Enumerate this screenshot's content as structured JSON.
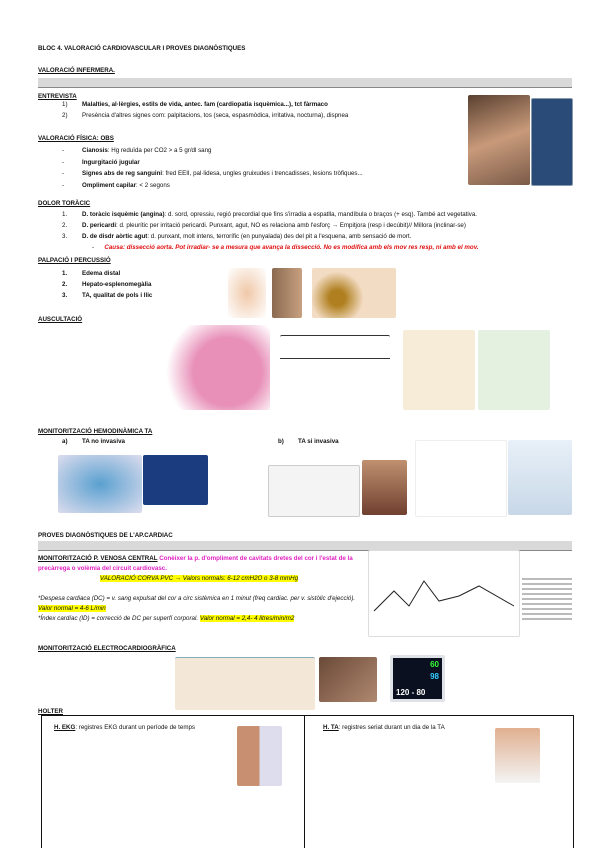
{
  "title": "BLOC 4. VALORACIÓ CARDIOVASCULAR I PROVES DIAGNÒSTIQUES",
  "section1": "VALORACIÓ INFERMERA.",
  "entrevista": {
    "heading": "ENTREVISTA",
    "items": [
      {
        "n": "1)",
        "text": "Malalties, al·lèrgies, estils de vida, antec. fam (cardiopatia isquèmica...), tct fàrmaco"
      },
      {
        "n": "2)",
        "text": "Presència d'altres signes com: palpitacions, tos (seca, espasmòdica, irritativa, nocturna), dispnea"
      }
    ]
  },
  "fisica": {
    "heading": "VALORACIÓ FÍSICA: OBS",
    "items": [
      {
        "bold": "Cianosis",
        "text": ": Hg reduïda per CO2 > a 5 gr/dl sang"
      },
      {
        "bold": "Ingurgitació jugular",
        "text": ""
      },
      {
        "bold": "Signes abs de reg sanguini",
        "text": ": fred EEII, pal·lidesa, ungles gruixudes i trencadisses, lesions tròfiques..."
      },
      {
        "bold": "Ompliment capilar",
        "text": ": < 2 segons"
      }
    ]
  },
  "dolor": {
    "heading": "DOLOR TORÀCIC",
    "items": [
      {
        "n": "1.",
        "bold": "D. toràcic isquèmic (angina)",
        "text": ": d. sord, opressiu, regió precordial que fins s'irradia a espatlla, mandíbula o braços (+ esq). També act vegetativa."
      },
      {
        "n": "2.",
        "bold": "D. pericardi",
        "text": ": d. pleurític per irritació pericardi. Punxant, agut, NO es relaciona amb l'esforç → Empitjora (resp i decúbit)// Millora (inclinar-se)"
      },
      {
        "n": "3.",
        "bold": "D. de disdr aòrtic agut",
        "text": ": d. punxant, molt intens, terrorífic (en punyalada) des del pit a l'esquena, amb sensació de mort."
      }
    ],
    "cause": "Causa: dissecció aorta. Pot irradiar- se a mesura que avança la dissecció. No es modifica amb els mov res resp, ni amb el mov."
  },
  "palpacio": {
    "heading": "PALPACIÓ I PERCUSSIÓ",
    "items": [
      {
        "n": "1.",
        "text": "Edema distal"
      },
      {
        "n": "2.",
        "text": "Hepato-esplenomegàlia"
      },
      {
        "n": "3.",
        "text": "TA, qualitat de pols i llic"
      }
    ]
  },
  "auscultacio": {
    "heading": "AUSCULTACIÓ"
  },
  "hemodinamica": {
    "heading": "MONITORITZACIÓ HEMODINÀMICA TA",
    "a": {
      "n": "a)",
      "text": "TA no invasiva"
    },
    "b": {
      "n": "b)",
      "text": "TA si invasiva"
    }
  },
  "section2": "PROVES DIAGNÒSTIQUES DE L'AP.CARDIAC",
  "pvc": {
    "heading": "MONITORITZACIÓ P. VENOSA CENTRAL",
    "desc": "Conèixer la p. d'ompliment de cavitats dretes del cor i l'estat de la precàrrega o volèmia del circuit cardiovasc.",
    "curve": "VALORACIÓ CORVA PVC → Valors normals: 6-12 cmH2O o 3-8 mmHg",
    "dc": "*Despesa cardiaca (DC) = v. sang expulsat del cor a circ sistèmica en 1 minut (freq cardiac. per v. sistòlic d'ejecció).",
    "dc_norm": "Valor normal = 4-6 L/min",
    "id": "*Índex cardíac (ID) = correcció de DC per superfí corporal.",
    "id_norm": "Valor normal = 2,4- 4 litres/min/m2"
  },
  "ecg": {
    "heading": "MONITORITZACIÓ ELECTROCARDIOGRÀFICA",
    "monitor": [
      "60",
      "98",
      "120 - 80"
    ]
  },
  "holter": {
    "heading": "HOLTER",
    "ekg_label": "H. EKG",
    "ekg_text": ": registres EKG durant un període de temps",
    "ta_label": "H. TA",
    "ta_text": ": registres seriat durant un dia de la TA"
  },
  "colors": {
    "cause": "#e01010",
    "highlight": "#ffff00",
    "magenta": "#e020c0"
  }
}
